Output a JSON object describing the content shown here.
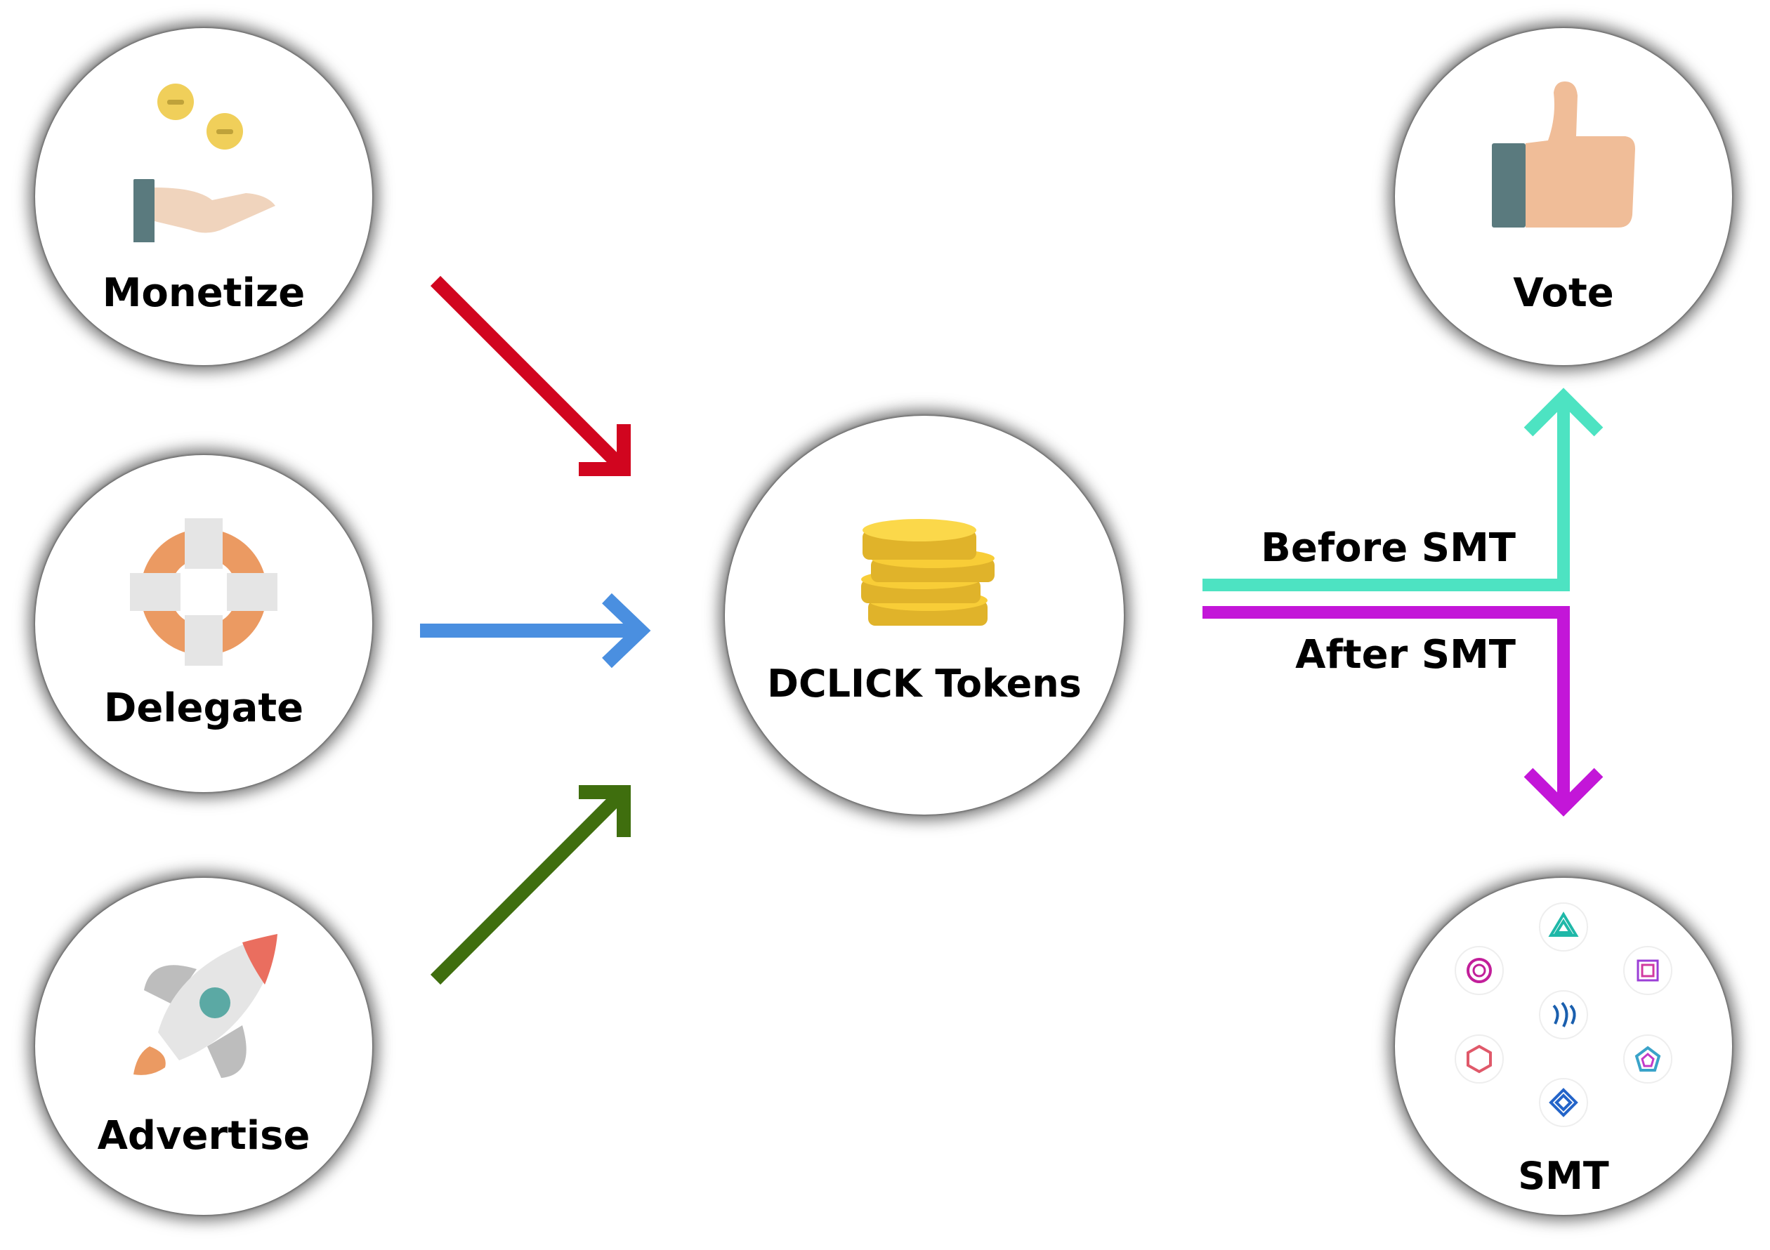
{
  "nodes": {
    "monetize": {
      "label": "Monetize",
      "icon": "hand-with-coins-icon"
    },
    "delegate": {
      "label": "Delegate",
      "icon": "lifebuoy-icon"
    },
    "advertise": {
      "label": "Advertise",
      "icon": "rocket-icon"
    },
    "tokens": {
      "label": "DCLICK Tokens",
      "icon": "coin-stack-icon"
    },
    "vote": {
      "label": "Vote",
      "icon": "thumbs-up-icon"
    },
    "smt": {
      "label": "SMT",
      "icon": "smt-token-cluster-icon"
    }
  },
  "edges": {
    "before_smt": {
      "label": "Before SMT",
      "color": "#4de3c2"
    },
    "after_smt": {
      "label": "After SMT",
      "color": "#c316d8"
    },
    "monetize_color": "#d1051f",
    "delegate_color": "#4a8fe0",
    "advertise_color": "#3f6e0e"
  }
}
